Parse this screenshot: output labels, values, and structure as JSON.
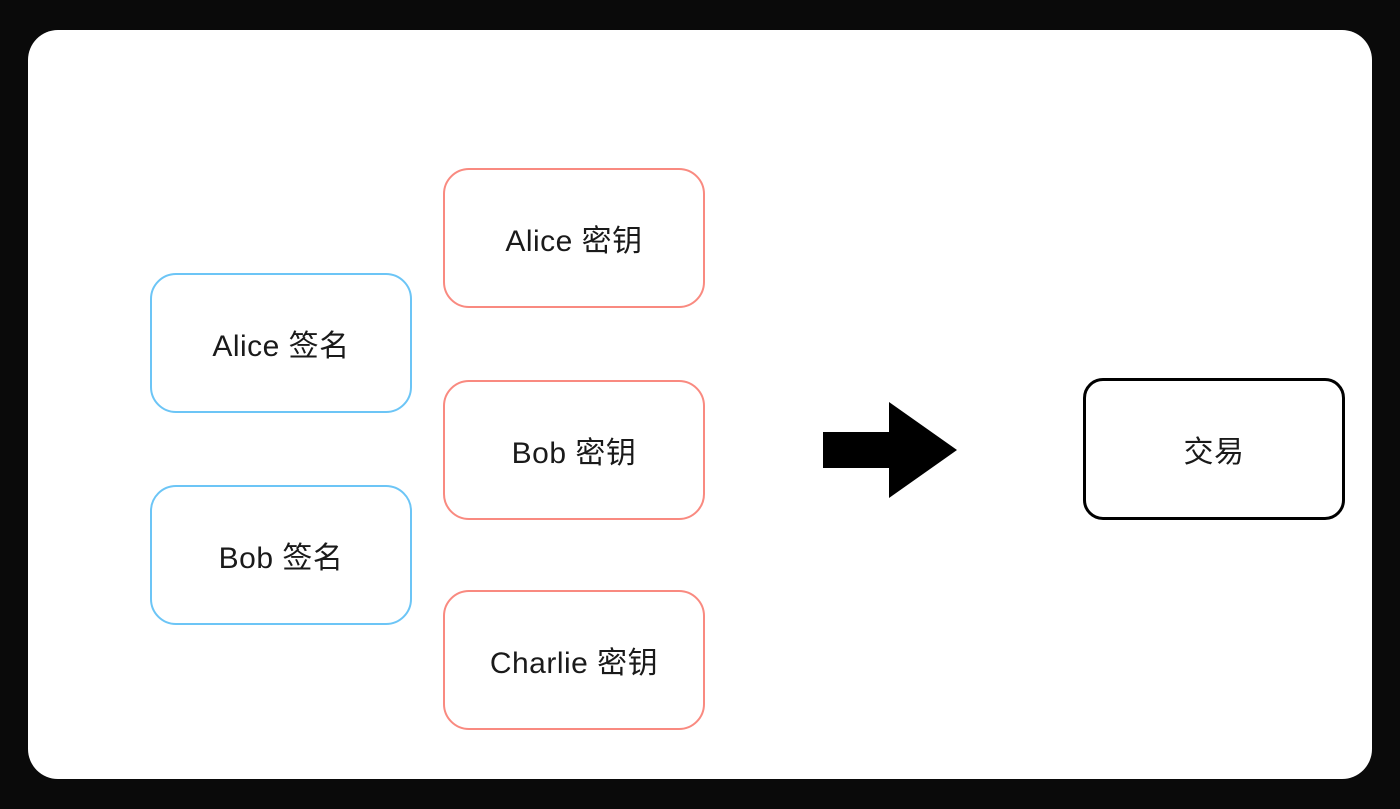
{
  "diagram": {
    "title": "multisig-transaction-diagram",
    "signature_nodes": [
      {
        "label": "Alice 签名"
      },
      {
        "label": "Bob 签名"
      }
    ],
    "key_nodes": [
      {
        "label": "Alice 密钥"
      },
      {
        "label": "Bob 密钥"
      },
      {
        "label": "Charlie 密钥"
      }
    ],
    "output_node": {
      "label": "交易"
    },
    "arrow": {
      "direction": "right",
      "icon": "right-arrow-icon"
    }
  },
  "colors": {
    "signature_border": "#6cc5f6",
    "key_border": "#f98a80",
    "output_border": "#000000",
    "arrow": "#000000",
    "frame_background": "#0a0a0a",
    "canvas_background": "#ffffff"
  }
}
